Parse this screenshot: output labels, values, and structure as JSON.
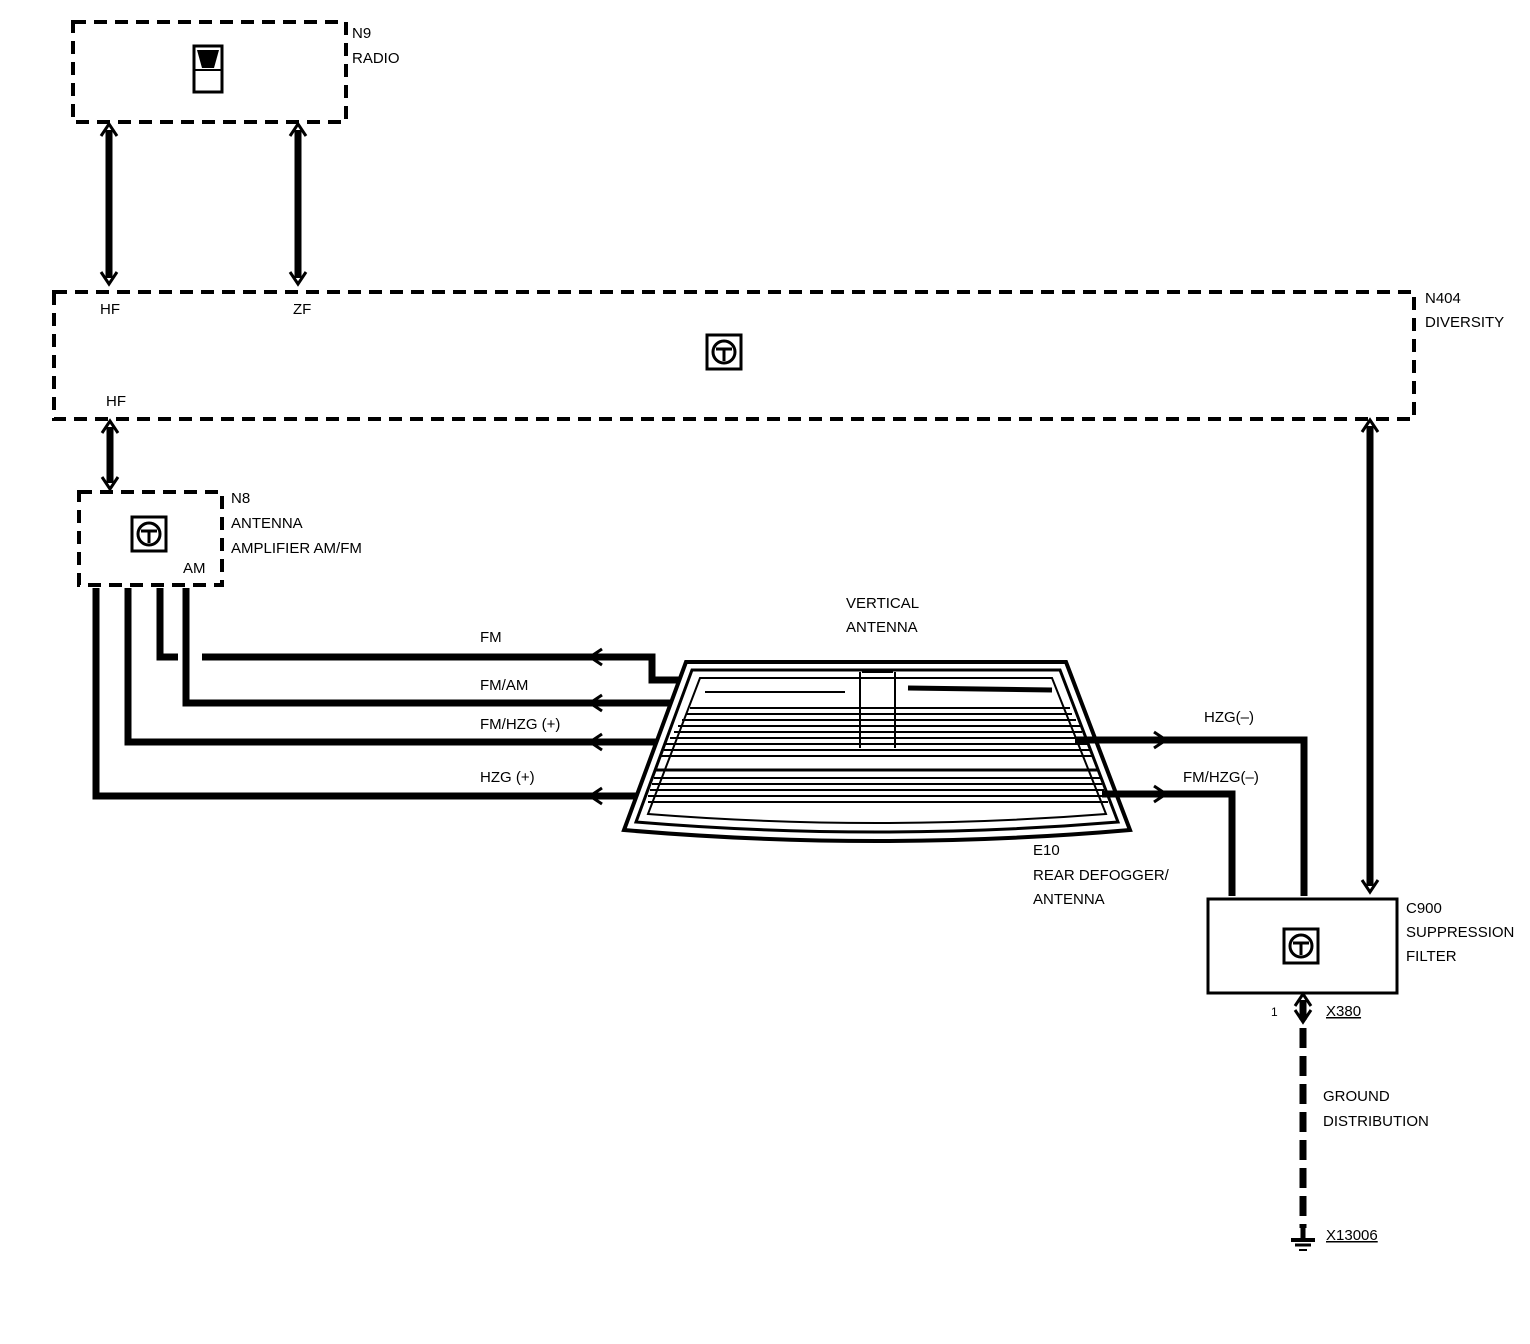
{
  "components": {
    "radio": {
      "id": "N9",
      "name": "RADIO"
    },
    "diversity": {
      "id": "N404",
      "name": "DIVERSITY",
      "pin_hf_top": "HF",
      "pin_zf": "ZF",
      "pin_hf_bottom": "HF"
    },
    "amplifier": {
      "id": "N8",
      "name_line1": "ANTENNA",
      "name_line2": "AMPLIFIER AM/FM",
      "pin_am": "AM"
    },
    "window": {
      "id": "E10",
      "name_line1": "REAR DEFOGGER/",
      "name_line2": "ANTENNA",
      "vertical_line1": "VERTICAL",
      "vertical_line2": "ANTENNA"
    },
    "filter": {
      "id": "C900",
      "name_line1": "SUPPRESSION",
      "name_line2": "FILTER",
      "pin_1": "1",
      "connector": "X380"
    },
    "ground": {
      "line1": "GROUND",
      "line2": "DISTRIBUTION",
      "point": "X13006"
    }
  },
  "wires": {
    "fm": "FM",
    "fm_am": "FM/AM",
    "fm_hzg_plus": "FM/HZG (+)",
    "hzg_plus": "HZG (+)",
    "hzg_minus": "HZG(–)",
    "fm_hzg_minus": "FM/HZG(–)"
  }
}
